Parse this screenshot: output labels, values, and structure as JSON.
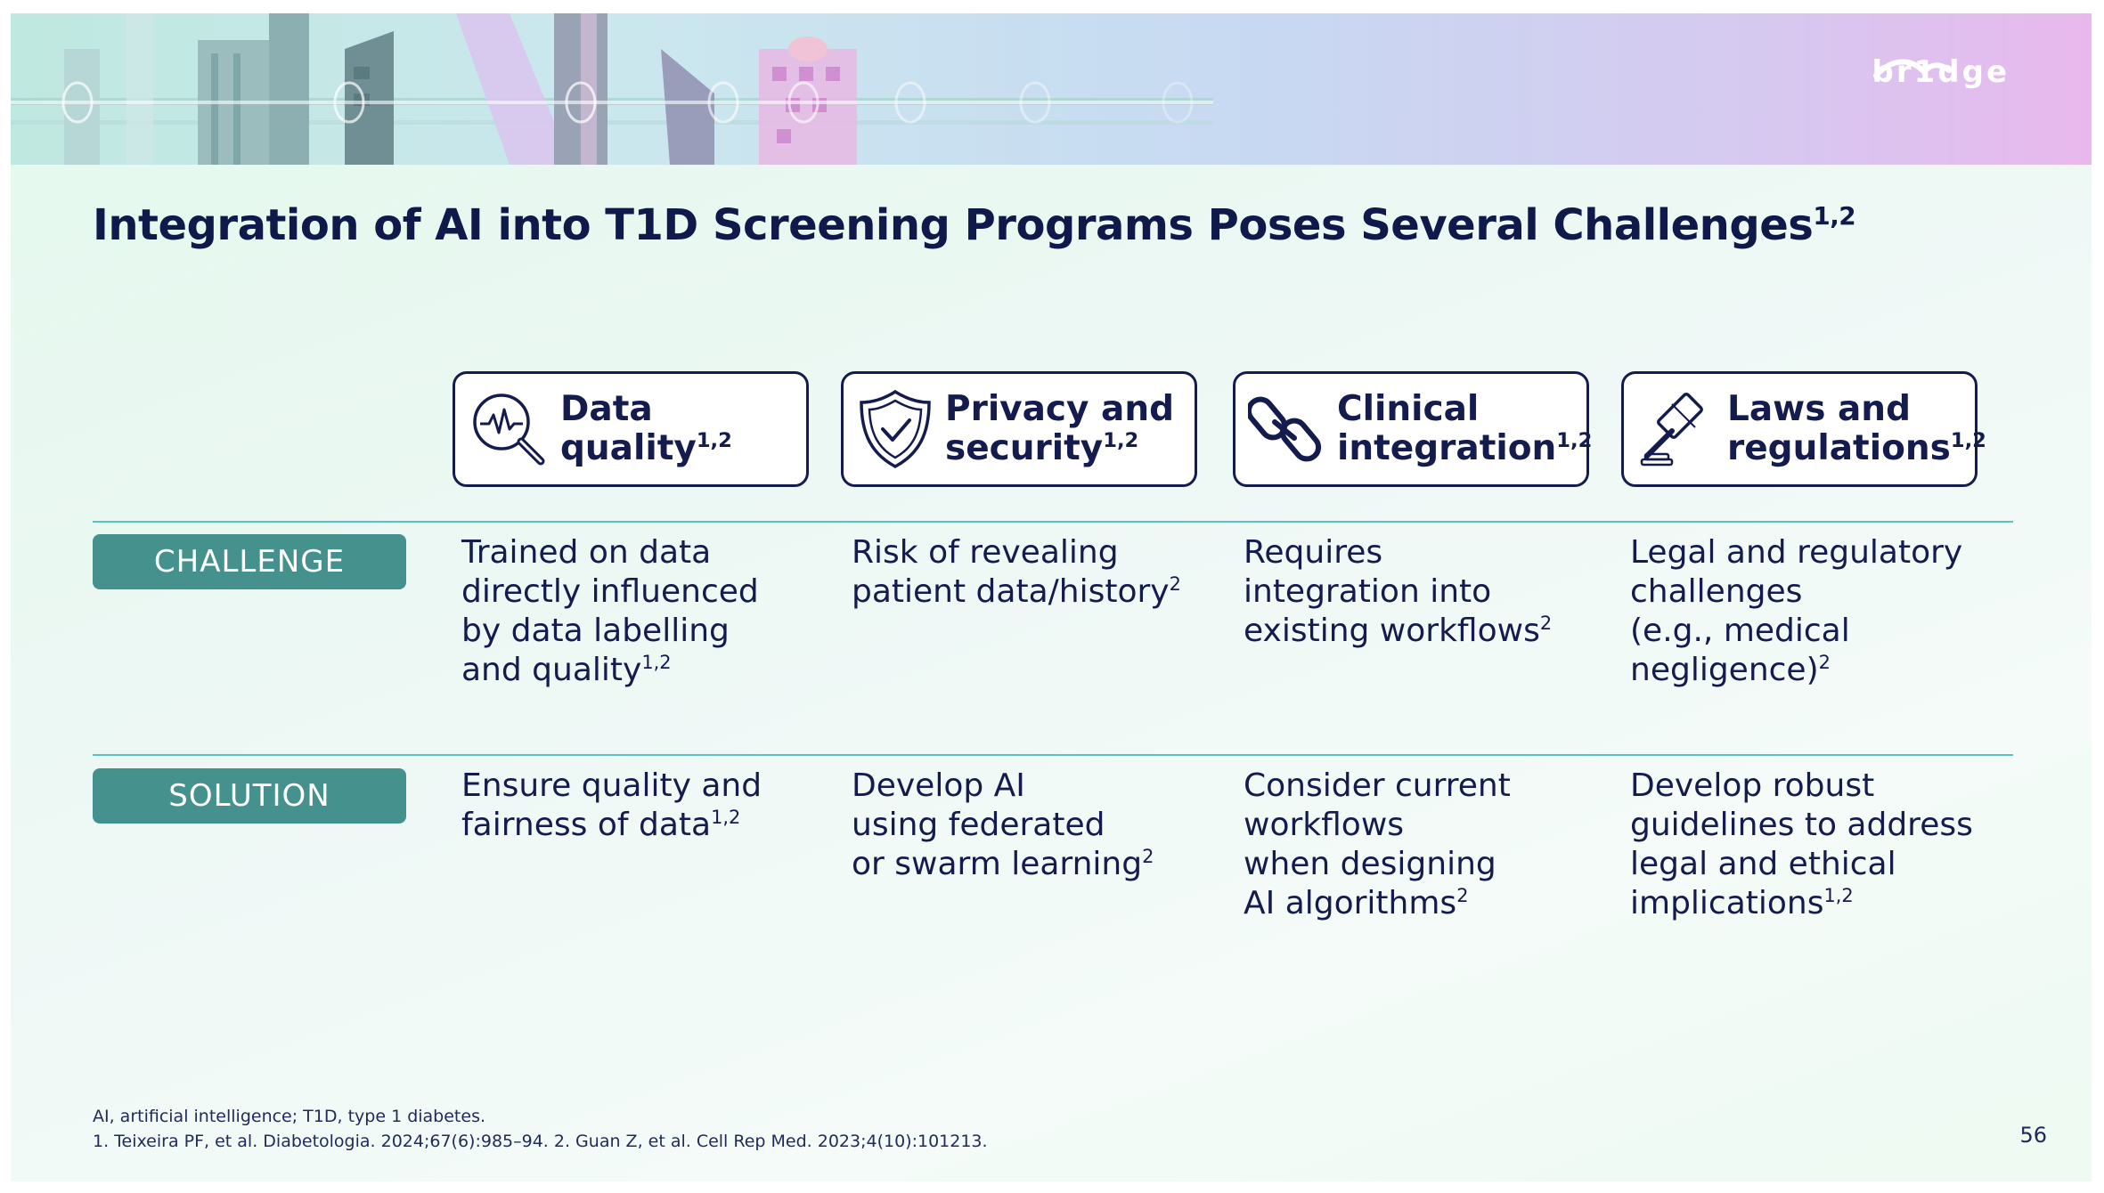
{
  "brand": {
    "logo_text": "br1dge"
  },
  "title": {
    "text": "Integration of AI into T1D Screening Programs Poses Several Challenges",
    "sup": "1,2"
  },
  "columns": [
    {
      "line1": "Data",
      "line2": "quality",
      "sup": "1,2",
      "icon": "magnifier-heartbeat-icon"
    },
    {
      "line1": "Privacy and",
      "line2": "security",
      "sup": "1,2",
      "icon": "shield-check-icon"
    },
    {
      "line1": "Clinical",
      "line2": "integration",
      "sup": "1,2",
      "icon": "chain-link-icon"
    },
    {
      "line1": "Laws and",
      "line2": "regulations",
      "sup": "1,2",
      "icon": "gavel-icon"
    }
  ],
  "rows": [
    {
      "label": "CHALLENGE",
      "cells": [
        {
          "lines": [
            "Trained on data",
            "directly influenced",
            "by data labelling",
            "and quality"
          ],
          "sup": "1,2"
        },
        {
          "lines": [
            "Risk of revealing",
            "patient data/history"
          ],
          "sup": "2"
        },
        {
          "lines": [
            "Requires",
            "integration into",
            "existing workflows"
          ],
          "sup": "2"
        },
        {
          "lines": [
            "Legal and regulatory",
            "challenges",
            "(e.g., medical",
            "negligence)"
          ],
          "sup": "2"
        }
      ]
    },
    {
      "label": "SOLUTION",
      "cells": [
        {
          "lines": [
            "Ensure quality and",
            "fairness of data"
          ],
          "sup": "1,2"
        },
        {
          "lines": [
            "Develop AI",
            "using federated",
            "or swarm learning"
          ],
          "sup": "2"
        },
        {
          "lines": [
            "Consider current",
            "workflows",
            "when designing",
            "AI algorithms"
          ],
          "sup": "2"
        },
        {
          "lines": [
            "Develop robust",
            "guidelines to address",
            "legal and ethical",
            "implications"
          ],
          "sup": "1,2"
        }
      ]
    }
  ],
  "footnotes": {
    "abbreviations": "AI, artificial intelligence; T1D, type 1 diabetes.",
    "references": "1. Teixeira PF, et al. Diabetologia. 2024;67(6):985–94. 2. Guan Z, et al. Cell Rep Med. 2023;4(10):101213."
  },
  "page_number": "56",
  "colors": {
    "navy": "#141b4d",
    "teal_label": "#45918d",
    "teal_rule": "#5bc2c0"
  }
}
